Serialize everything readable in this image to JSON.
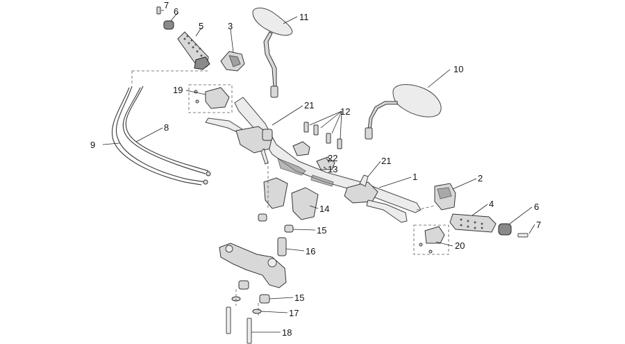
{
  "diagram": {
    "callouts": [
      {
        "id": "c7a",
        "label": "7"
      },
      {
        "id": "c6a",
        "label": "6"
      },
      {
        "id": "c5",
        "label": "5"
      },
      {
        "id": "c3",
        "label": "3"
      },
      {
        "id": "c11",
        "label": "11"
      },
      {
        "id": "c10",
        "label": "10"
      },
      {
        "id": "c19",
        "label": "19"
      },
      {
        "id": "c21a",
        "label": "21"
      },
      {
        "id": "c12",
        "label": "12"
      },
      {
        "id": "c8",
        "label": "8"
      },
      {
        "id": "c9",
        "label": "9"
      },
      {
        "id": "c22",
        "label": "22"
      },
      {
        "id": "c13",
        "label": "13"
      },
      {
        "id": "c21b",
        "label": "21"
      },
      {
        "id": "c1",
        "label": "1"
      },
      {
        "id": "c2",
        "label": "2"
      },
      {
        "id": "c4",
        "label": "4"
      },
      {
        "id": "c6b",
        "label": "6"
      },
      {
        "id": "c7b",
        "label": "7"
      },
      {
        "id": "c14",
        "label": "14"
      },
      {
        "id": "c15a",
        "label": "15"
      },
      {
        "id": "c20",
        "label": "20"
      },
      {
        "id": "c16",
        "label": "16"
      },
      {
        "id": "c15b",
        "label": "15"
      },
      {
        "id": "c17",
        "label": "17"
      },
      {
        "id": "c18",
        "label": "18"
      }
    ]
  }
}
